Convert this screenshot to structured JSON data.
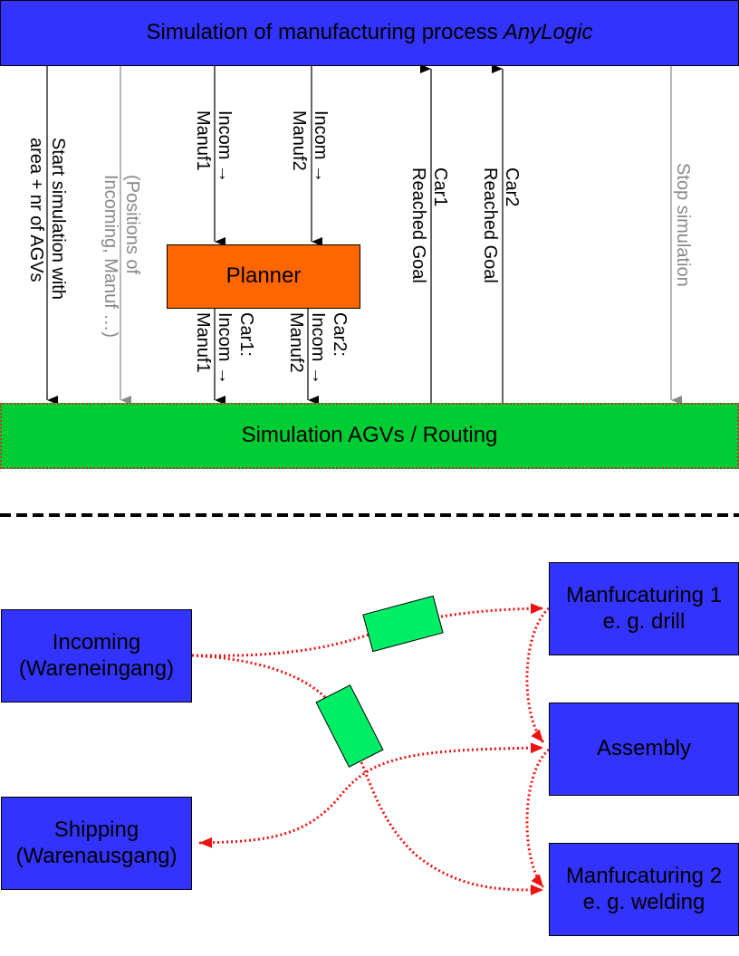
{
  "title": {
    "main": "Simulation of manufacturing process",
    "brand": "AnyLogic"
  },
  "planner": {
    "label": "Planner"
  },
  "simulation": {
    "label": "Simulation AGVs / Routing"
  },
  "arrows": {
    "start": [
      "Start simulation with",
      "area + nr of AGVs"
    ],
    "positions": [
      "(Positions of",
      "Incoming, Manuf …)"
    ],
    "incom_manuf1": [
      "Incom →",
      "Manuf1"
    ],
    "incom_manuf2": [
      "Incom →",
      "Manuf2"
    ],
    "car1_task": [
      "Car1:",
      "Incom →",
      "Manuf1"
    ],
    "car2_task": [
      "Car2:",
      "Incom →",
      "Manuf2"
    ],
    "car1_goal": [
      "Car1",
      "Reached Goal"
    ],
    "car2_goal": [
      "Car2",
      "Reached Goal"
    ],
    "stop": "Stop simulation"
  },
  "stations": {
    "incoming": [
      "Incoming",
      "(Wareneingang)"
    ],
    "shipping": [
      "Shipping",
      "(Warenausgang)"
    ],
    "manuf1": [
      "Manfucaturing 1",
      "e. g. drill"
    ],
    "assembly": "Assembly",
    "manuf2": [
      "Manfucaturing 2",
      "e. g. welding"
    ]
  },
  "colors": {
    "top_bar": "#3333ff",
    "planner": "#ff6600",
    "simulation": "#00cc33",
    "station": "#3333ff",
    "agv": "#00ee66",
    "route": "#ee1111",
    "inactive_arrow": "#888888"
  }
}
